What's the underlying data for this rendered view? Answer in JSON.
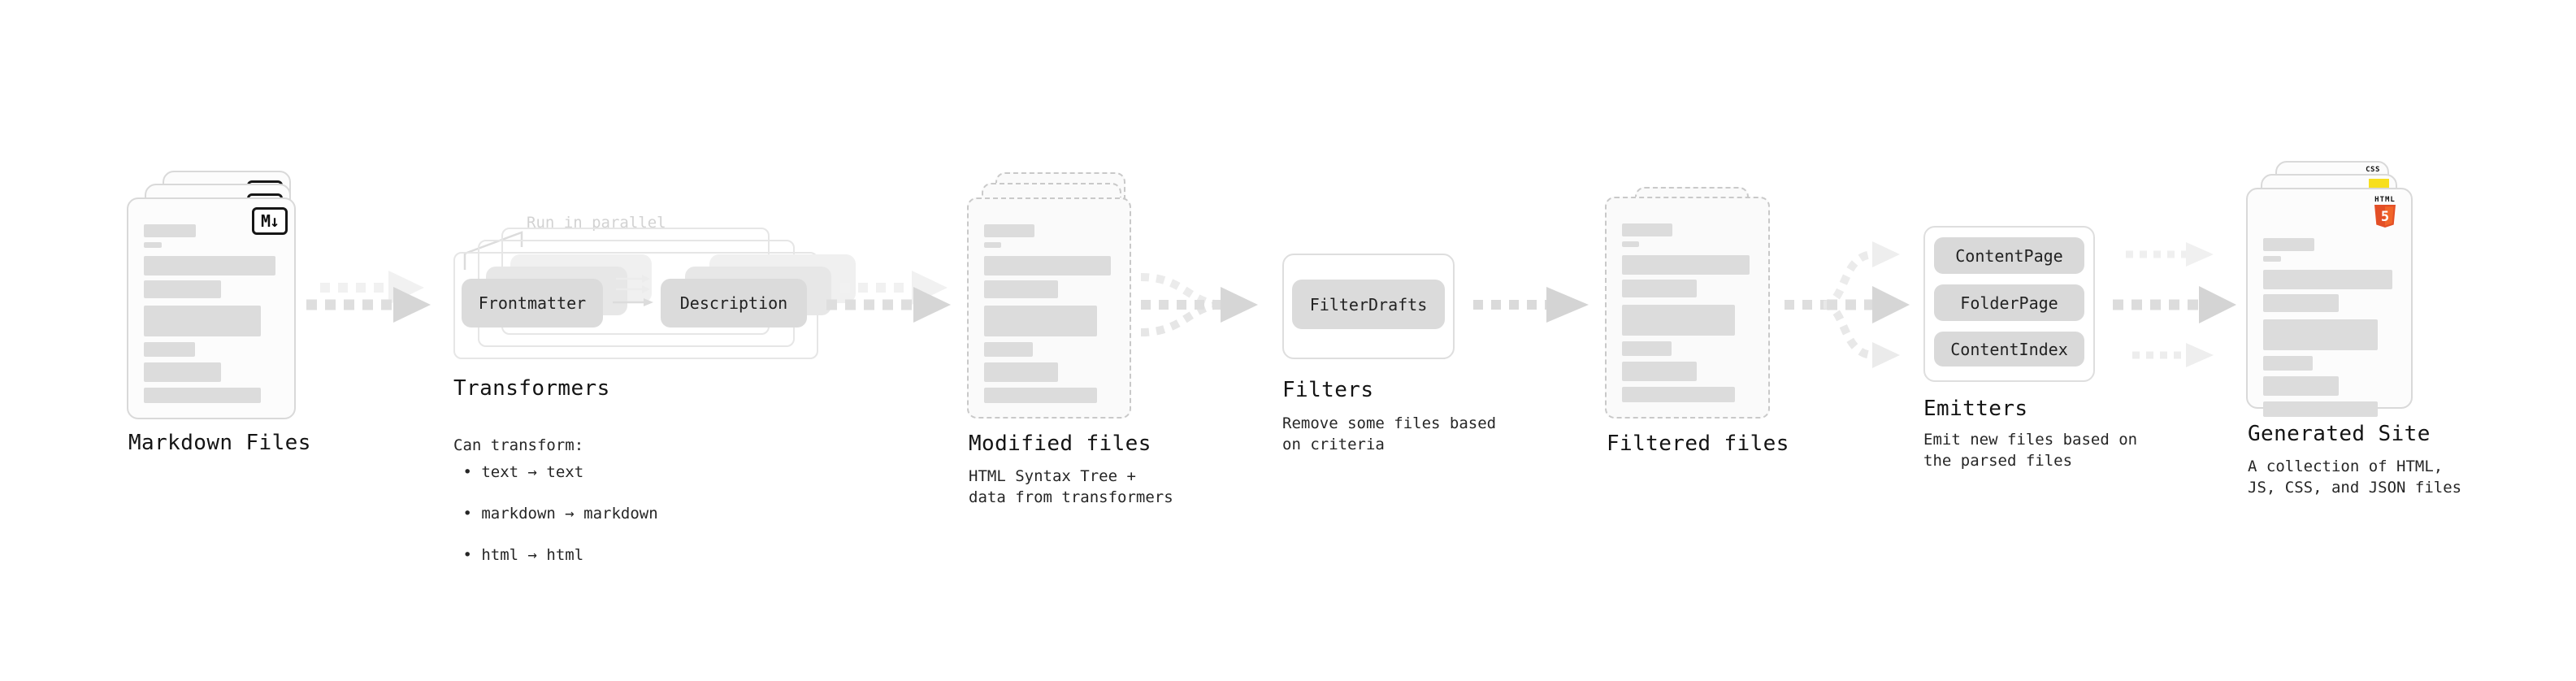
{
  "stages": {
    "markdown_files": {
      "title": "Markdown Files",
      "badge": "M↓"
    },
    "transformers": {
      "annotation": "Run in parallel",
      "pill_left": "Frontmatter",
      "pill_right": "Description",
      "title": "Transformers",
      "subtitle": "Can transform:",
      "bullets": [
        " • text → text",
        " • markdown → markdown",
        " • html → html"
      ]
    },
    "modified_files": {
      "title": "Modified files",
      "subtitle": "HTML Syntax Tree +\ndata from transformers"
    },
    "filters": {
      "pill": "FilterDrafts",
      "title": "Filters",
      "subtitle": "Remove some files based\non criteria"
    },
    "filtered_files": {
      "title": "Filtered files"
    },
    "emitters": {
      "pills": [
        "ContentPage",
        "FolderPage",
        "ContentIndex"
      ],
      "title": "Emitters",
      "subtitle": "Emit new files based on\nthe parsed files"
    },
    "generated_site": {
      "title": "Generated Site",
      "subtitle": "A collection of HTML,\nJS, CSS, and JSON files",
      "badges": {
        "css": "CSS",
        "html": "HTML",
        "html_number": "5"
      }
    }
  },
  "colors": {
    "html5_orange": "#e34f26",
    "html5_orange_light": "#f16529",
    "css_blue": "#2965f1",
    "js_yellow": "#f7df1e"
  }
}
